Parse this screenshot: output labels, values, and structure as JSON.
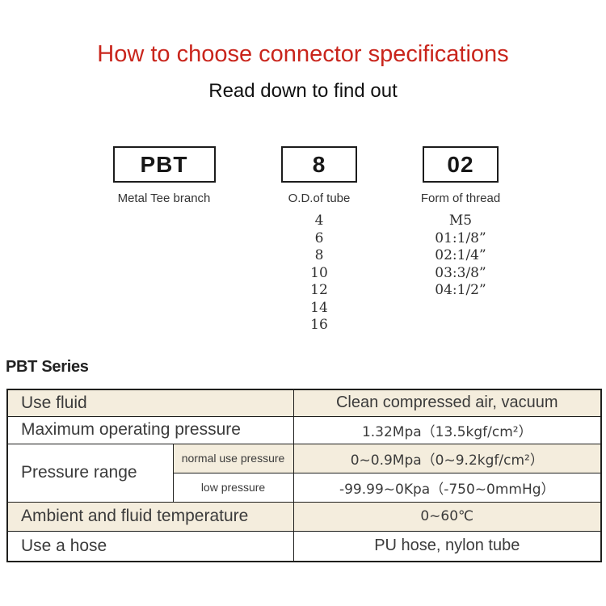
{
  "colors": {
    "accent_red": "#c9251c",
    "row_beige": "#f4eddd",
    "border_dark": "#1f1f1d",
    "text_dark": "#3b3b3b"
  },
  "header": {
    "title": "How to choose connector specifications",
    "subtitle": "Read down to find out"
  },
  "spec": {
    "segments": [
      {
        "code": "PBT",
        "label": "Metal Tee branch",
        "options": []
      },
      {
        "code": "8",
        "label": "O.D.of tube",
        "options": [
          "4",
          "6",
          "8",
          "10",
          "12",
          "14",
          "16"
        ]
      },
      {
        "code": "02",
        "label": "Form of thread",
        "options": [
          "M5",
          "01:1/8”",
          "02:1/4”",
          "03:3/8”",
          "04:1/2”"
        ]
      }
    ]
  },
  "series": {
    "heading": "PBT Series"
  },
  "table": {
    "rows": [
      {
        "label": "Use fluid",
        "value": "Clean compressed air, vacuum"
      },
      {
        "label": "Maximum operating pressure",
        "value": "1.32Mpa（13.5kgf/cm²）"
      },
      {
        "label": "Pressure range",
        "sub_rows": [
          {
            "label": "normal use pressure",
            "value": "0~0.9Mpa（0~9.2kgf/cm²）"
          },
          {
            "label": "low pressure",
            "value": "-99.99~0Kpa（-750~0mmHg）"
          }
        ]
      },
      {
        "label": "Ambient and fluid temperature",
        "value": "0~60℃"
      },
      {
        "label": "Use a hose",
        "value": "PU hose, nylon tube"
      }
    ]
  }
}
